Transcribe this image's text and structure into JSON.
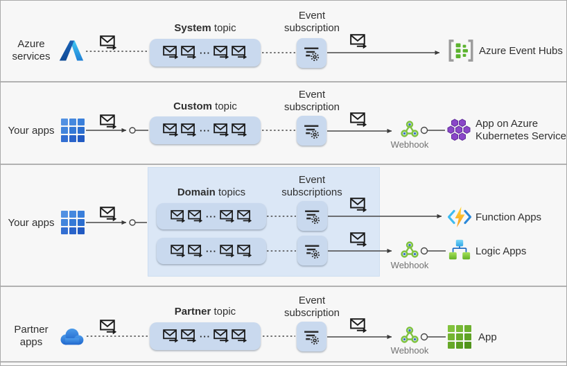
{
  "colors": {
    "background": "#f7f7f7",
    "topic_box": "#c9d9ee",
    "domain_container": "#dbe7f6",
    "arrow": "#474747",
    "webhook_green": "#7fc241",
    "azure_blue": "#2b74d4"
  },
  "rows": {
    "system": {
      "source_line1": "Azure",
      "source_line2": "services",
      "topic_bold": "System",
      "topic_rest": " topic",
      "ellipsis": "···",
      "sub_line1": "Event",
      "sub_line2": "subscription",
      "destination": "Azure Event Hubs"
    },
    "custom": {
      "source": "Your apps",
      "topic_bold": "Custom",
      "topic_rest": " topic",
      "ellipsis": "···",
      "sub_line1": "Event",
      "sub_line2": "subscription",
      "webhook": "Webhook",
      "destination_line1": "App on Azure",
      "destination_line2": "Kubernetes Service"
    },
    "domain": {
      "source": "Your apps",
      "topics_bold": "Domain",
      "topics_rest": " topics",
      "ellipsis": "···",
      "subs_line1": "Event",
      "subs_line2": "subscriptions",
      "destination1": "Function Apps",
      "webhook": "Webhook",
      "destination2": "Logic Apps"
    },
    "partner": {
      "source_line1": "Partner",
      "source_line2": "apps",
      "topic_bold": "Partner",
      "topic_rest": " topic",
      "ellipsis": "···",
      "sub_line1": "Event",
      "sub_line2": "subscription",
      "webhook": "Webhook",
      "destination": "App"
    }
  }
}
